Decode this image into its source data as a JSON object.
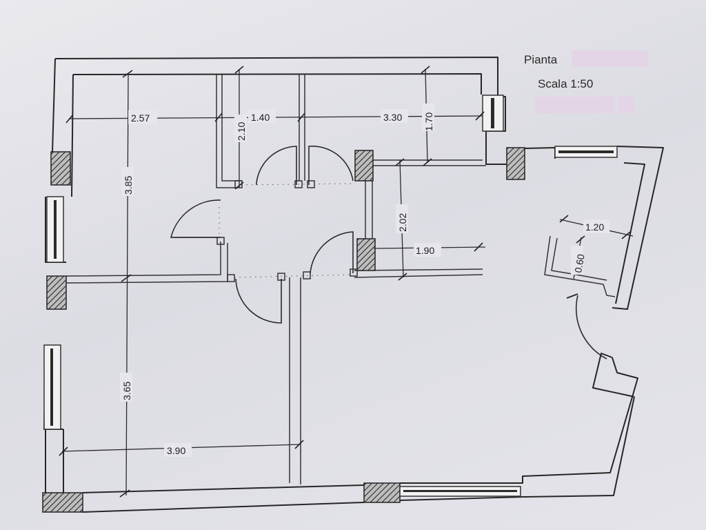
{
  "title_block": {
    "plan_label": "Pianta",
    "scale_label": "Scala  1:50"
  },
  "dimensions": {
    "d_2_57": "2.57",
    "d_1_40": "1.40",
    "d_3_30": "3.30",
    "d_2_10": "2.10",
    "d_1_70": "1.70",
    "d_3_85": "3.85",
    "d_2_02": "2.02",
    "d_1_90": "1.90",
    "d_1_20": "1.20",
    "d_0_60": "0.60",
    "d_3_65": "3.65",
    "d_3_90": "3.90"
  },
  "colors": {
    "paper": "#e4e4ea",
    "ink": "#262626",
    "redaction": "#e3d5e6"
  }
}
